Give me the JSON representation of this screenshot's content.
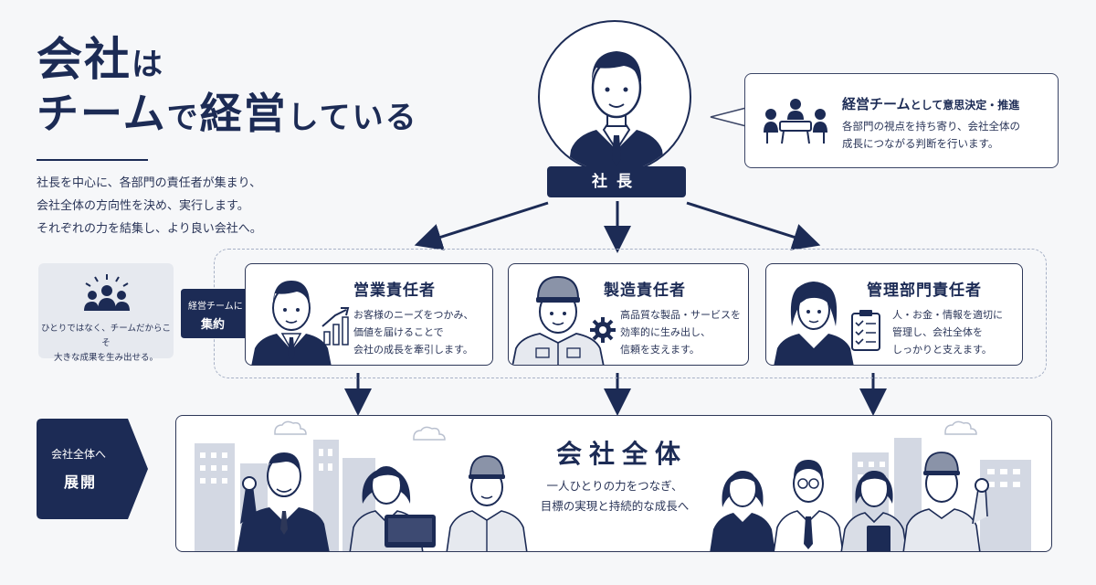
{
  "title": {
    "line1_main": "会社",
    "line1_small": "は",
    "line2_a": "チーム",
    "line2_small1": "で",
    "line2_b": "経営",
    "line2_small2": "している"
  },
  "intro": [
    "社長を中心に、各部門の責任者が集まり、",
    "会社全体の方向性を決め、実行します。",
    "それぞれの力を結集し、より良い会社へ。"
  ],
  "president": {
    "label": "社長"
  },
  "bubble": {
    "head_main": "経営チーム",
    "head_rest": "として意思決定・推進",
    "lines": [
      "各部門の視点を持ち寄り、会社全体の",
      "成長につながる判断を行います。"
    ]
  },
  "info_box": {
    "lines": [
      "ひとりではなく、チームだからこそ",
      "大きな成果を生み出せる。"
    ]
  },
  "collect_tag": {
    "line1": "経営チームに",
    "line2": "集約"
  },
  "managers": [
    {
      "title": "営業責任者",
      "lines": [
        "お客様のニーズをつかみ、",
        "価値を届けることで",
        "会社の成長を牽引します。"
      ]
    },
    {
      "title": "製造責任者",
      "lines": [
        "高品質な製品・サービスを",
        "効率的に生み出し、",
        "信頼を支えます。"
      ]
    },
    {
      "title": "管理部門責任者",
      "lines": [
        "人・お金・情報を適切に",
        "管理し、会社全体を",
        "しっかりと支えます。"
      ]
    }
  ],
  "all_tag": {
    "line1": "会社全体へ",
    "line2": "展開"
  },
  "company": {
    "title": "会社全体",
    "lines": [
      "一人ひとりの力をつなぎ、",
      "目標の実現と持続的な成長へ"
    ]
  },
  "colors": {
    "navy": "#1c2b55",
    "panel_gray": "#e6e9ef",
    "skyline": "#c9cfdb"
  }
}
